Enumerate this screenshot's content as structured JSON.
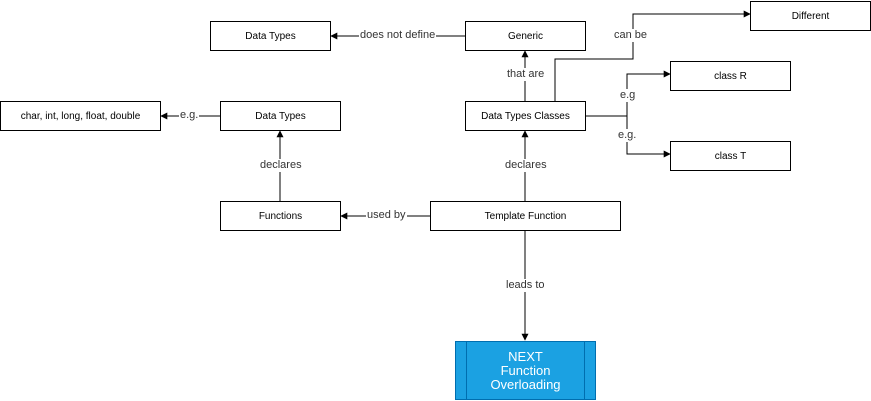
{
  "nodes": {
    "data_types_top": "Data Types",
    "generic": "Generic",
    "different": "Different",
    "data_types_mid": "Data Types",
    "data_types_classes": "Data Types Classes",
    "class_r": "class R",
    "primitives": "char, int, long, float, double",
    "class_t": "class T",
    "functions": "Functions",
    "template_function": "Template Function"
  },
  "edges": {
    "does_not_define": "does not define",
    "can_be": "can be",
    "that_are": "that are",
    "eg_r": "e.g",
    "eg_t": "e.g.",
    "eg_left": "e.g.",
    "declares_left": "declares",
    "declares_right": "declares",
    "used_by": "used by",
    "leads_to": "leads to"
  },
  "next_box": {
    "line1": "NEXT",
    "line2": "Function",
    "line3": "Overloading"
  },
  "colors": {
    "next_fill": "#1ba1e2",
    "next_border": "#006eaf",
    "line": "#000000"
  }
}
